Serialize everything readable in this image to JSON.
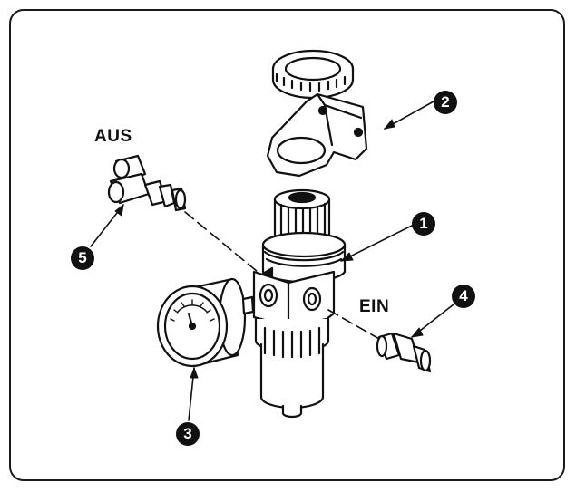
{
  "labels": {
    "aus": "AUS",
    "ein": "EIN"
  },
  "callouts": [
    {
      "id": "1",
      "text": "1"
    },
    {
      "id": "2",
      "text": "2"
    },
    {
      "id": "3",
      "text": "3"
    },
    {
      "id": "4",
      "text": "4"
    },
    {
      "id": "5",
      "text": "5"
    }
  ],
  "colors": {
    "line": "#111111",
    "fill": "#ffffff",
    "badge": "#111111"
  }
}
